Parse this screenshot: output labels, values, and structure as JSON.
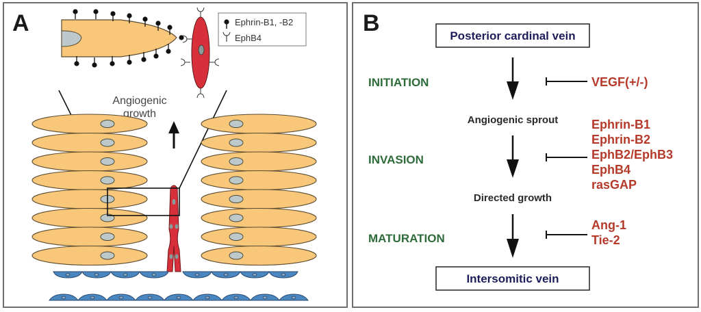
{
  "figure": {
    "panel_a": {
      "label": "A",
      "legend": {
        "items": [
          {
            "symbol": "ligand-dot",
            "label": "Ephrin-B1, -B2"
          },
          {
            "symbol": "receptor-fork",
            "label": "EphB4"
          }
        ]
      },
      "growth_label_line1": "Angiogenic",
      "growth_label_line2": "growth",
      "colors": {
        "somite_cell": "#f9c77a",
        "nucleus": "#bcc8c9",
        "endothelial_cell": "#d8303a",
        "vein_cell": "#4a86c0",
        "outline": "#3a3a3a"
      }
    },
    "panel_b": {
      "label": "B",
      "start_box": "Posterior cardinal vein",
      "end_box": "Intersomitic vein",
      "stages": [
        {
          "name": "INITIATION",
          "result": "Angiogenic sprout",
          "factors": [
            "VEGF(+/-)"
          ]
        },
        {
          "name": "INVASION",
          "result": "Directed growth",
          "factors": [
            "Ephrin-B1",
            "Ephrin-B2",
            "EphB2/EphB3",
            "EphB4",
            "rasGAP"
          ]
        },
        {
          "name": "MATURATION",
          "result": "",
          "factors": [
            "Ang-1",
            "Tie-2"
          ]
        }
      ],
      "colors": {
        "stage_text": "#2e6b3a",
        "factor_text": "#b53a2a",
        "box_text": "#1d1d5a",
        "node_text": "#2a2a2a"
      }
    }
  }
}
